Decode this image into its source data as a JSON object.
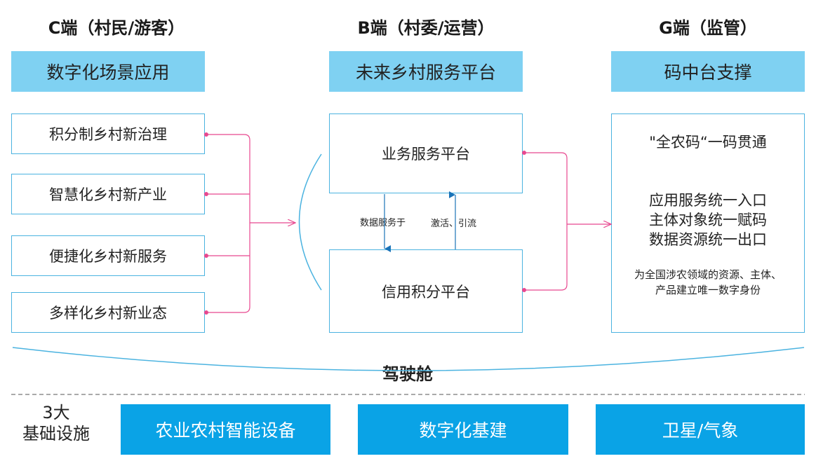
{
  "columns": {
    "c": {
      "title": "C端（村民/游客）",
      "band": "数字化场景应用",
      "items": [
        "积分制乡村新治理",
        "智慧化乡村新产业",
        "便捷化乡村新服务",
        "多样化乡村新业态"
      ]
    },
    "b": {
      "title": "B端（村委/运营）",
      "band": "未来乡村服务平台",
      "top_box": "业务服务平台",
      "bottom_box": "信用积分平台",
      "down_label": "数据服务于",
      "up_label": "激活、引流"
    },
    "g": {
      "title": "G端（监管）",
      "band": "码中台支撑",
      "line1": "\"全农码“一码贯通",
      "lines2": [
        "应用服务统一入口",
        "主体对象统一赋码",
        "数据资源统一出口"
      ],
      "note": [
        "为全国涉农领域的资源、主体、",
        "产品建立唯一数字身份"
      ]
    }
  },
  "cockpit": "驾驶舱",
  "infra": {
    "label_lines": [
      "3大",
      "基础设施"
    ],
    "items": [
      "农业农村智能设备",
      "数字化基建",
      "卫星/气象"
    ]
  },
  "colors": {
    "band": "#7fd1f2",
    "infra": "#0aa3e6",
    "border": "#4bb3e0",
    "connector": "#e8488f"
  }
}
